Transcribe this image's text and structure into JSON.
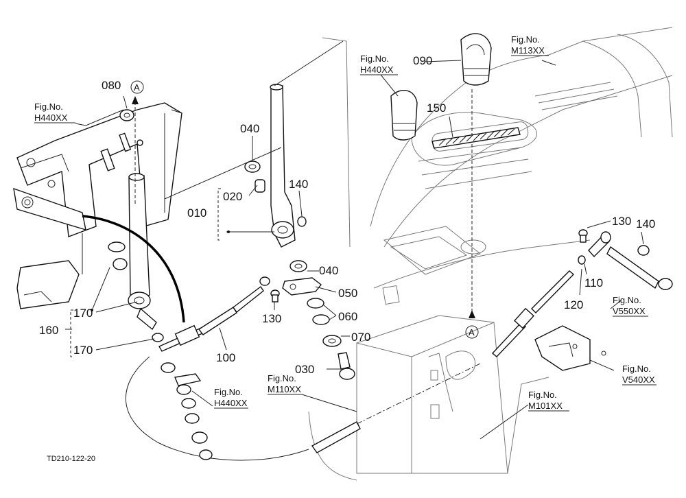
{
  "diagram_code": "TD210-122-20",
  "callouts": {
    "p010": "010",
    "p020": "020",
    "p030": "030",
    "p040a": "040",
    "p040b": "040",
    "p050": "050",
    "p060": "060",
    "p070": "070",
    "p080": "080",
    "p090": "090",
    "p100": "100",
    "p110": "110",
    "p120": "120",
    "p130a": "130",
    "p130b": "130",
    "p140a": "140",
    "p140b": "140",
    "p150": "150",
    "p160": "160",
    "p170a": "170",
    "p170b": "170"
  },
  "view_marker": "A",
  "fig_label": "Fig.No.",
  "fig_refs": {
    "h440_left": "H440XX",
    "h440_top": "H440XX",
    "h440_bottom": "H440XX",
    "m113": "M113XX",
    "m110": "M110XX",
    "m101": "M101XX",
    "v550": "V550XX",
    "v540": "V540XX"
  }
}
